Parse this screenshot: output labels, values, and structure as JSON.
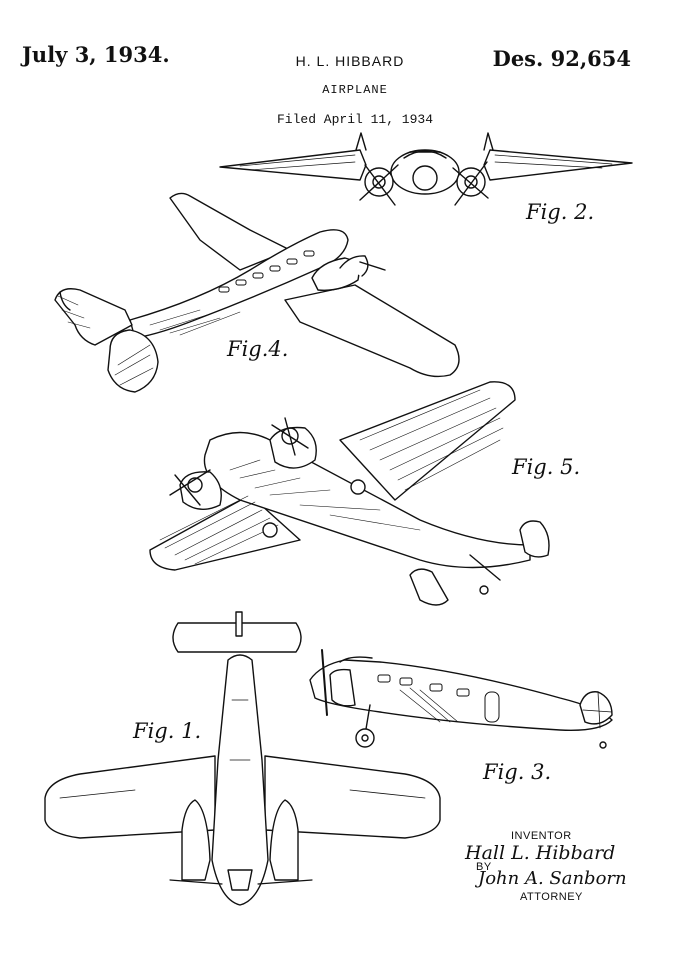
{
  "header": {
    "date": "July 3, 1934.",
    "inventor_name": "H. L. HIBBARD",
    "title": "AIRPLANE",
    "filed": "Filed April 11, 1934",
    "patent_number": "Des. 92,654"
  },
  "figures": {
    "fig1": "Fig. 1.",
    "fig2": "Fig. 2.",
    "fig3": "Fig. 3.",
    "fig4": "Fig.4.",
    "fig5": "Fig. 5."
  },
  "signature_block": {
    "inventor_label": "INVENTOR",
    "inventor_signature": "Hall L. Hibbard",
    "by_label": "BY",
    "attorney_signature": "John A. Sanborn",
    "attorney_label": "ATTORNEY"
  }
}
